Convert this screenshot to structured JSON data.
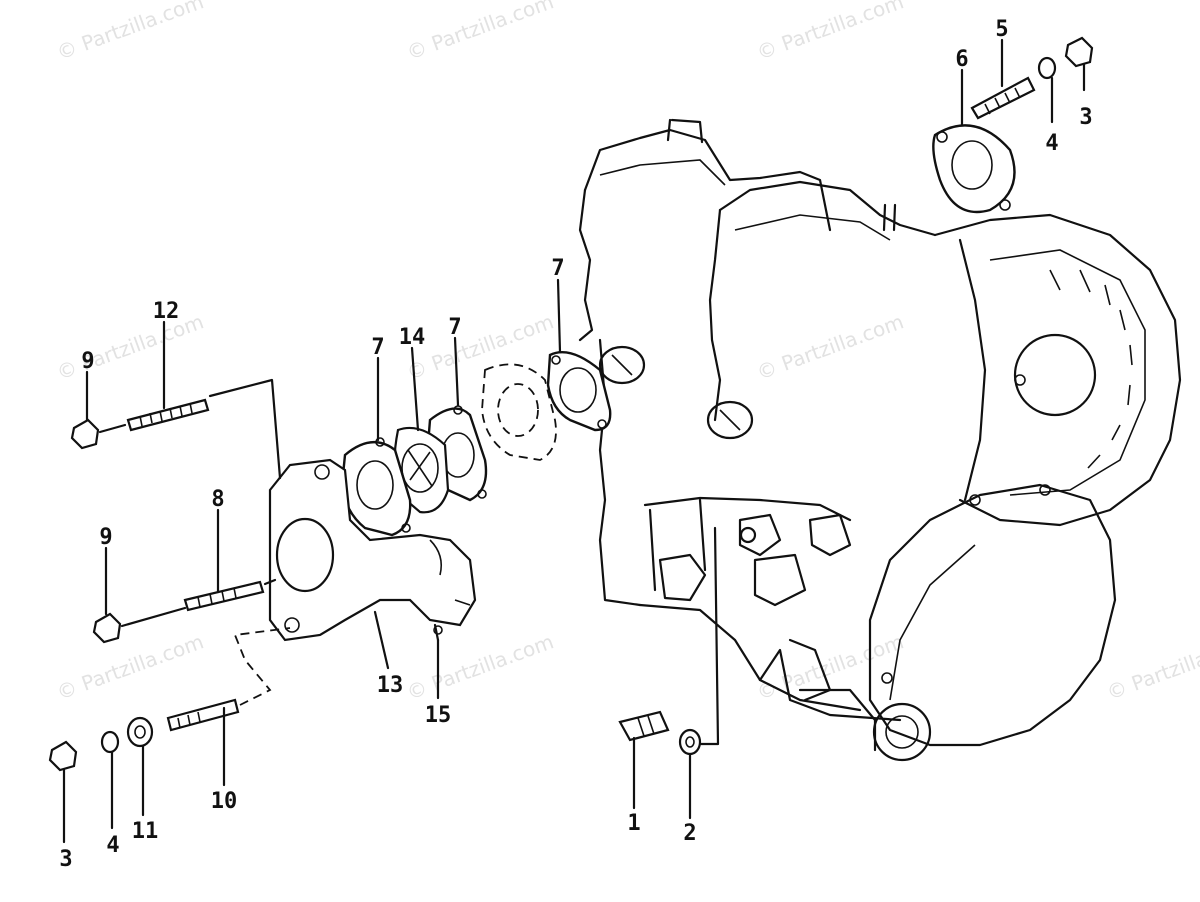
{
  "watermark": "© Partzilla.com",
  "colors": {
    "line": "#111111",
    "background": "#ffffff",
    "watermark": "#e2e2e2"
  },
  "labels": {
    "l1": "1",
    "l2": "2",
    "l3a": "3",
    "l3b": "3",
    "l4a": "4",
    "l4b": "4",
    "l5": "5",
    "l6": "6",
    "l7a": "7",
    "l7b": "7",
    "l7c": "7",
    "l8": "8",
    "l9a": "9",
    "l9b": "9",
    "l10": "10",
    "l11": "11",
    "l12": "12",
    "l13": "13",
    "l14": "14",
    "l15": "15"
  }
}
